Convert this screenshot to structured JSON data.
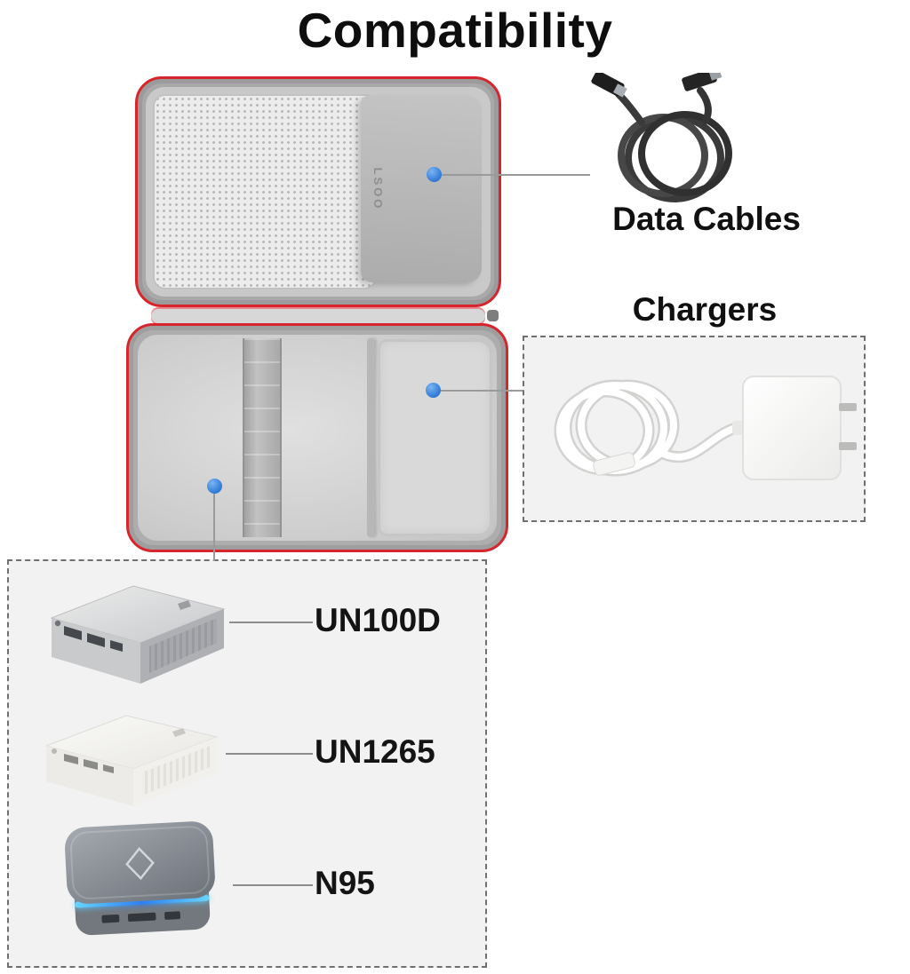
{
  "title": "Compatibility",
  "case": {
    "brand_text": "LSOO"
  },
  "callouts": {
    "data_cables": {
      "label": "Data Cables"
    },
    "chargers": {
      "label": "Chargers"
    },
    "devices": {
      "items": [
        {
          "label": "UN100D"
        },
        {
          "label": "UN1265"
        },
        {
          "label": "N95"
        }
      ]
    }
  },
  "colors": {
    "zipper_red": "#d6252c",
    "marker_blue": "#3d85dd",
    "callout_line": "#9a9a9a",
    "dashed_border": "#707070",
    "panel_bg": "#f2f2f2",
    "led_blue": "#2e7ff0",
    "label_text": "#101010"
  }
}
